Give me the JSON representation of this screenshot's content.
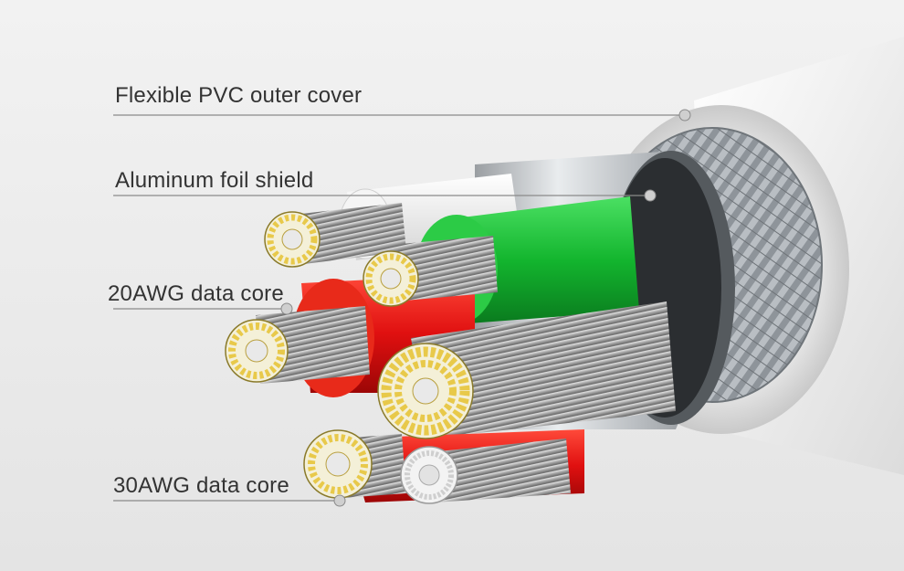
{
  "labels": {
    "outer_cover": "Flexible PVC outer cover",
    "foil_shield": "Aluminum foil shield",
    "core_20awg": "20AWG data core",
    "core_30awg": "30AWG data core"
  },
  "colors": {
    "background": "#ececec",
    "outer_cover": "#f2f2f2",
    "braid": "#9aa0a6",
    "foil": "#cfd3d6",
    "green_insulation": "#1fbf3a",
    "red_insulation": "#e01010",
    "copper_strand": "#e8c94a",
    "tinned_strand": "#d9d9d9"
  }
}
